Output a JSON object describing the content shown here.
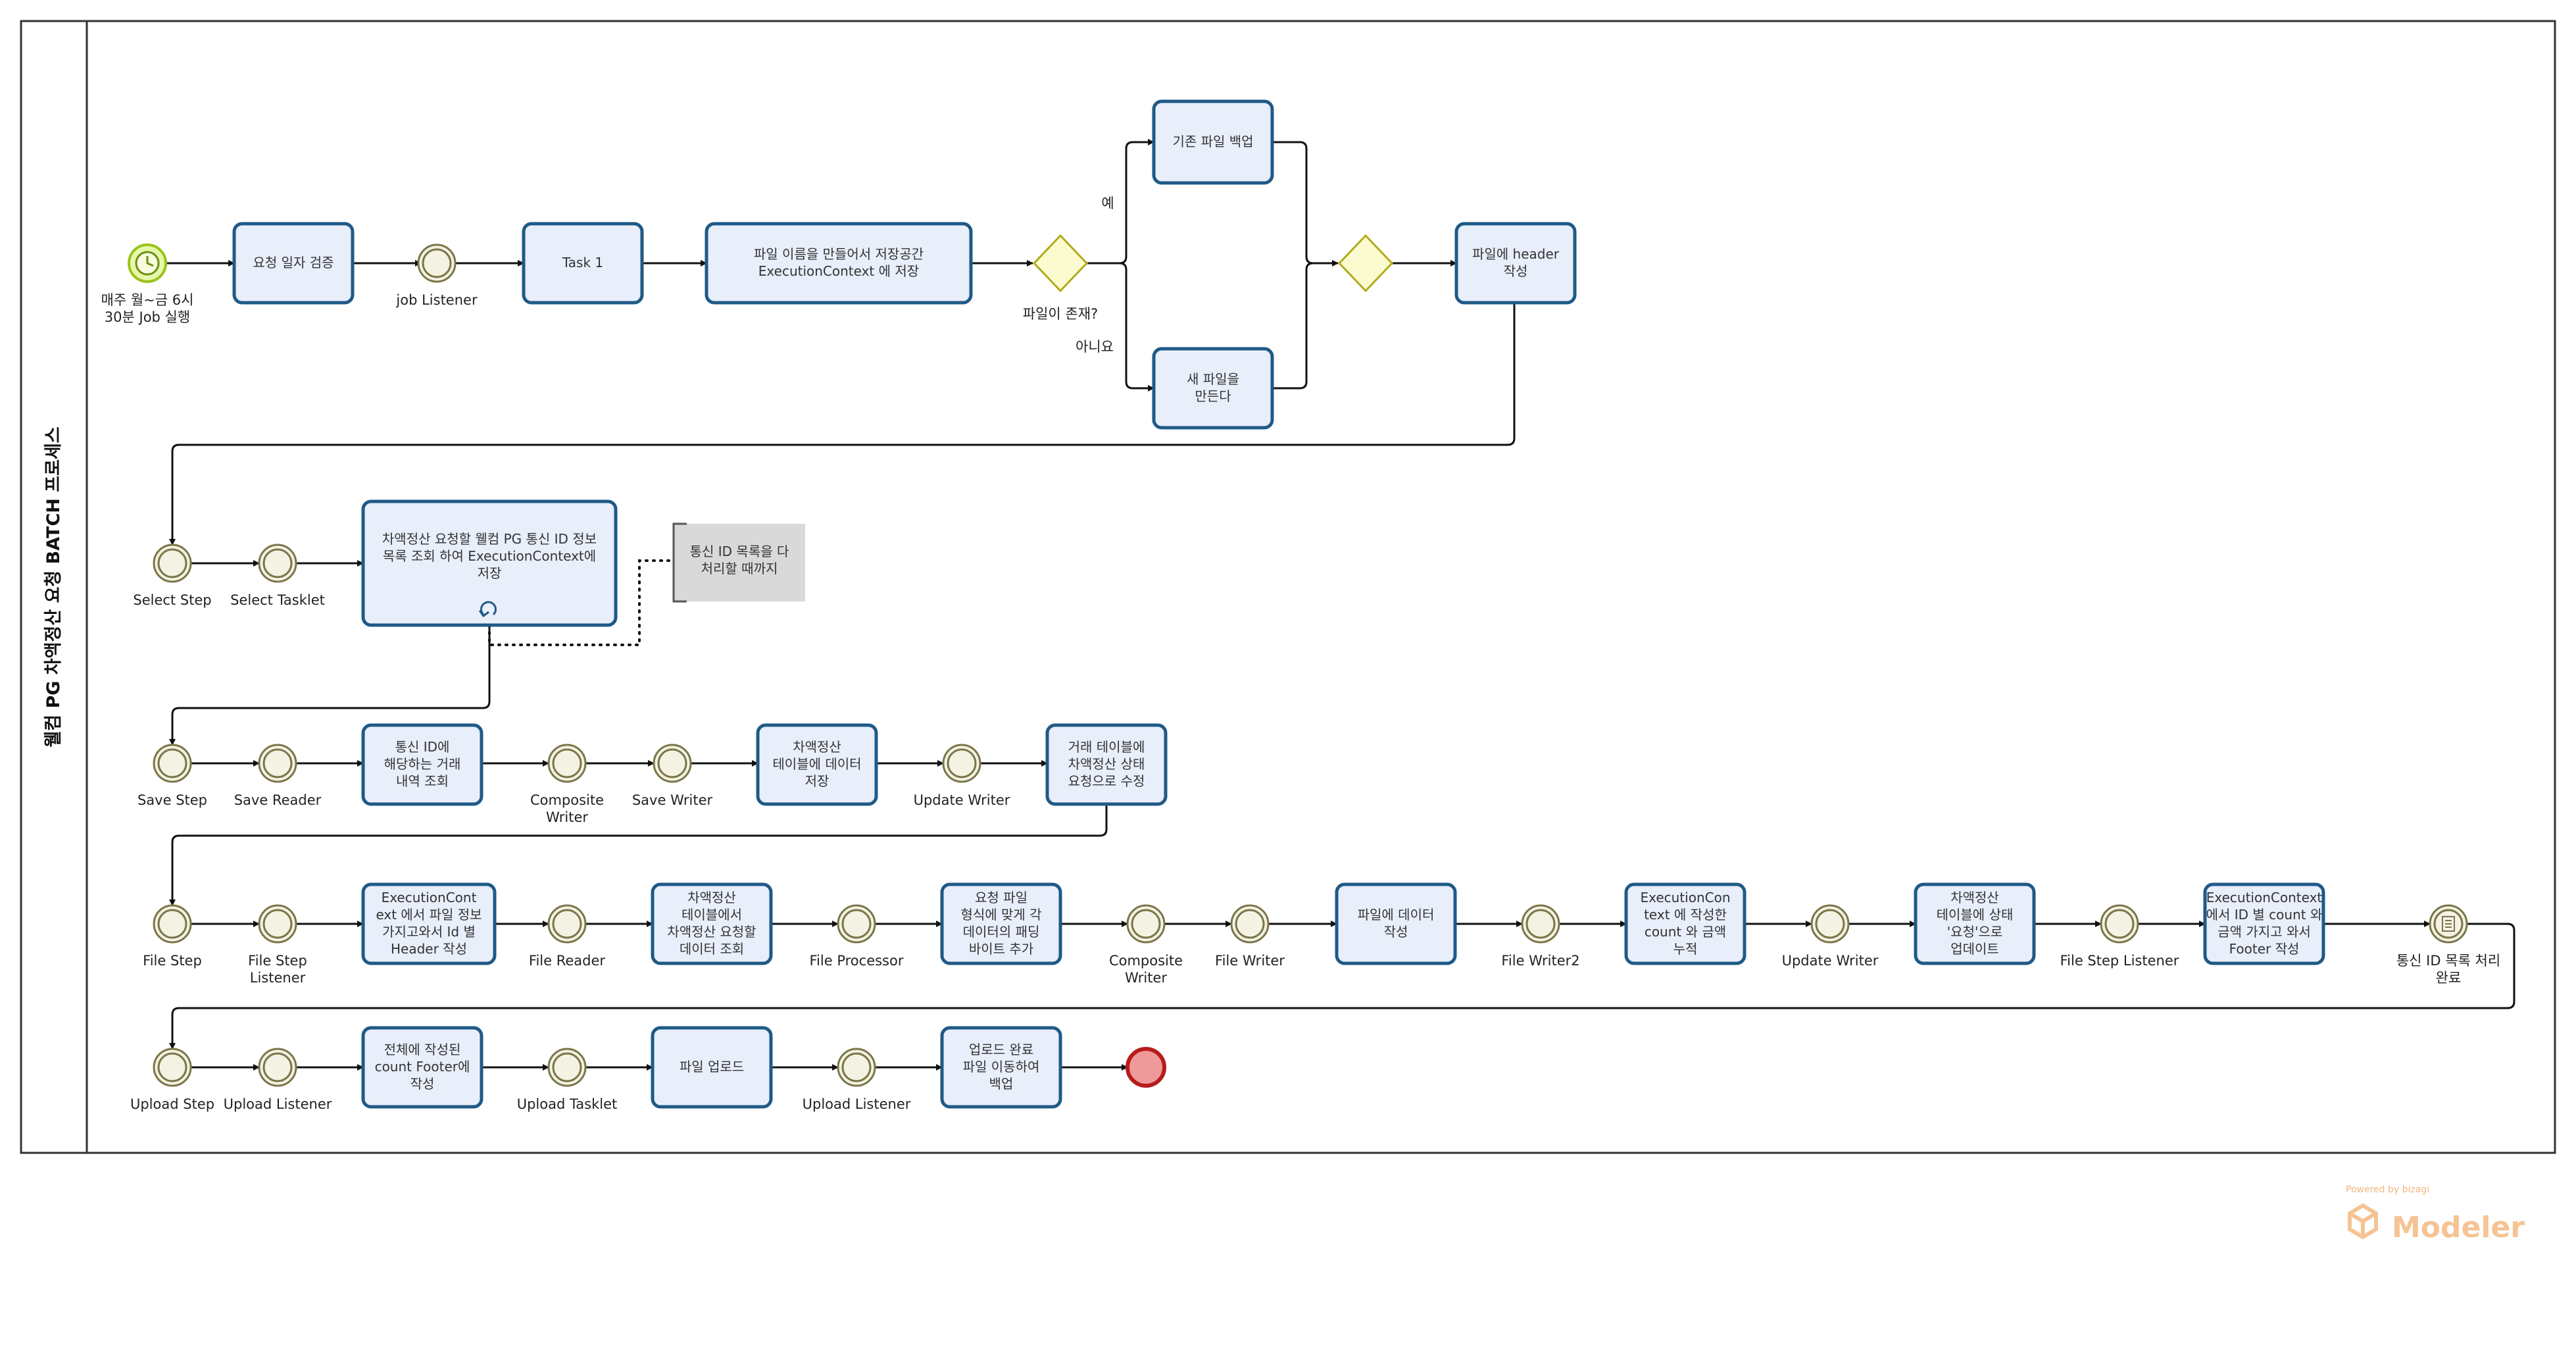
{
  "pool": {
    "label": "웰컴 PG 차액정산 요청 BATCH 프로세스"
  },
  "events": [
    {
      "id": "start",
      "type": "start",
      "label": "매주 월~금 6시\n30분 Job 실행"
    },
    {
      "id": "job-listener",
      "type": "intermediate",
      "label": "job Listener"
    },
    {
      "id": "select-step",
      "type": "intermediate",
      "label": "Select Step"
    },
    {
      "id": "select-tasklet",
      "type": "intermediate",
      "label": "Select Tasklet"
    },
    {
      "id": "save-step",
      "type": "intermediate",
      "label": "Save Step"
    },
    {
      "id": "save-reader",
      "type": "intermediate",
      "label": "Save Reader"
    },
    {
      "id": "composite-writer-1",
      "type": "intermediate",
      "label": "Composite\nWriter"
    },
    {
      "id": "save-writer",
      "type": "intermediate",
      "label": "Save Writer"
    },
    {
      "id": "update-writer-1",
      "type": "intermediate",
      "label": "Update Writer"
    },
    {
      "id": "file-step",
      "type": "intermediate",
      "label": "File Step"
    },
    {
      "id": "file-step-listener-1",
      "type": "intermediate",
      "label": "File Step\nListener"
    },
    {
      "id": "file-reader",
      "type": "intermediate",
      "label": "File Reader"
    },
    {
      "id": "file-processor",
      "type": "intermediate",
      "label": "File Processor"
    },
    {
      "id": "composite-writer-2",
      "type": "intermediate",
      "label": "Composite\nWriter"
    },
    {
      "id": "file-writer",
      "type": "intermediate",
      "label": "File Writer"
    },
    {
      "id": "file-writer2",
      "type": "intermediate",
      "label": "File Writer2"
    },
    {
      "id": "update-writer-2",
      "type": "intermediate",
      "label": "Update Writer"
    },
    {
      "id": "file-step-listener-2",
      "type": "intermediate",
      "label": "File Step Listener"
    },
    {
      "id": "loop-complete",
      "type": "intermediate-conditional",
      "label": "통신 ID 목록 처리\n완료"
    },
    {
      "id": "upload-step",
      "type": "intermediate",
      "label": "Upload Step"
    },
    {
      "id": "upload-listener",
      "type": "intermediate",
      "label": "Upload Listener"
    },
    {
      "id": "upload-tasklet",
      "type": "intermediate",
      "label": "Upload Tasklet"
    },
    {
      "id": "upload-listener-2",
      "type": "intermediate",
      "label": "Upload Listener"
    },
    {
      "id": "end",
      "type": "end",
      "label": ""
    }
  ],
  "tasks": [
    {
      "id": "validate-date",
      "text": "요청 일자 검증"
    },
    {
      "id": "task1",
      "text": "Task 1"
    },
    {
      "id": "make-filename",
      "text": "파일 이름을 만들어서 저장공간\nExecutionContext 에 저장"
    },
    {
      "id": "backup-file",
      "text": "기존 파일 백업"
    },
    {
      "id": "new-file",
      "text": "새 파일을\n만든다"
    },
    {
      "id": "write-header",
      "text": "파일에 header\n작성"
    },
    {
      "id": "query-pg-ids",
      "text": "차액정산 요청할 웰컴 PG 통신 ID 정보\n목록 조회 하여 ExecutionContext에\n저장"
    },
    {
      "id": "query-transactions",
      "text": "통신 ID에\n해당하는 거래\n내역 조회"
    },
    {
      "id": "save-settlement",
      "text": "차액정산\n테이블에 데이터\n저장"
    },
    {
      "id": "update-status",
      "text": "거래 테이블에\n차액정산 상태\n요청으로 수정"
    },
    {
      "id": "write-id-header",
      "text": "ExecutionCont\next 에서 파일 정보\n가지고와서 Id 별\nHeader 작성"
    },
    {
      "id": "query-settlement",
      "text": "차액정산\n테이블에서\n차액정산 요청할\n데이터 조회"
    },
    {
      "id": "add-padding",
      "text": "요청 파일\n형식에 맞게 각\n데이터의 패딩\n바이트 추가"
    },
    {
      "id": "write-data",
      "text": "파일에 데이터\n작성"
    },
    {
      "id": "accumulate",
      "text": "ExecutionCon\ntext 에 작성한\ncount 와 금액\n누적"
    },
    {
      "id": "update-request",
      "text": "차액정산\n테이블에 상태\n'요청'으로\n업데이트"
    },
    {
      "id": "write-footer",
      "text": "ExecutionContext\n에서 ID 별 count 와\n금액 가지고 와서\nFooter 작성"
    },
    {
      "id": "total-footer",
      "text": "전체에 작성된\ncount Footer에\n작성"
    },
    {
      "id": "upload-file",
      "text": "파일 업로드"
    },
    {
      "id": "move-backup",
      "text": "업로드 완료\n파일 이동하여\n백업"
    }
  ],
  "gateways": [
    {
      "id": "file-exists",
      "label": "파일이 존재?"
    },
    {
      "id": "merge",
      "label": ""
    }
  ],
  "flow_labels": {
    "yes": "예",
    "no": "아니요"
  },
  "annotation": {
    "text": "통신 ID 목록을 다\n처리할 때까지"
  },
  "watermark": {
    "small": "Powered by",
    "brand_small": "bizagi",
    "brand": "Modeler"
  }
}
